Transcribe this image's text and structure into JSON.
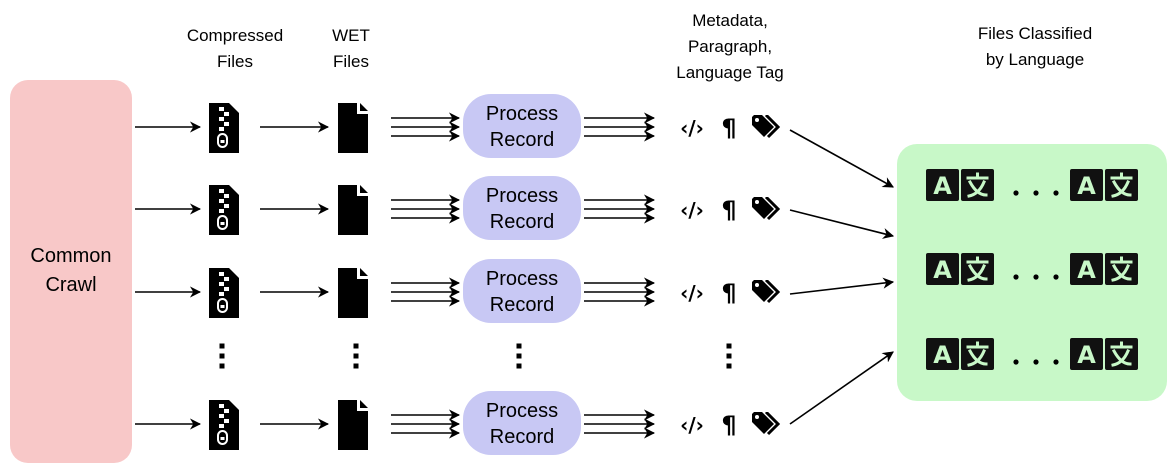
{
  "labels": {
    "compressed": [
      "Compressed",
      "Files"
    ],
    "wet": [
      "WET",
      "Files"
    ],
    "meta": [
      "Metadata,",
      "Paragraph,",
      "Language Tag"
    ],
    "classified": [
      "Files Classified",
      "by Language"
    ],
    "source": [
      "Common",
      "Crawl"
    ],
    "process": [
      "Process",
      "Record"
    ]
  },
  "pipeline_rows": 4,
  "output_rows": 3,
  "colors": {
    "source_fill": "#f8c8c8",
    "process_fill": "#c8c8f4",
    "dest_fill": "#c8f8c8",
    "ink": "#000000"
  },
  "icons": [
    "zip-file-icon",
    "file-icon",
    "code-icon",
    "paragraph-icon",
    "tags-icon",
    "translate-icon",
    "ellipsis-icon"
  ]
}
